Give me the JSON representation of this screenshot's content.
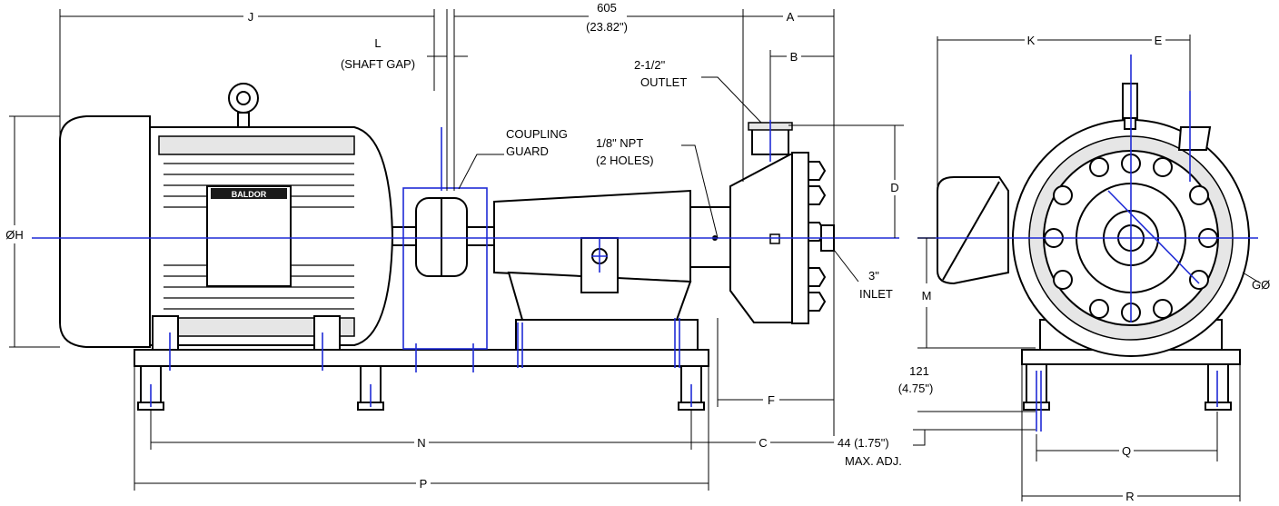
{
  "labels": {
    "J": "J",
    "dim_605": "605",
    "dim_605_in": "(23.82\")",
    "A": "A",
    "B": "B",
    "L": "L",
    "shaft_gap": "(SHAFT GAP)",
    "outlet_size": "2-1/2\"",
    "outlet": "OUTLET",
    "coupling": "COUPLING",
    "guard": "GUARD",
    "npt": "1/8\" NPT",
    "npt_holes": "(2 HOLES)",
    "D": "D",
    "OH": "ØH",
    "brand": "BALDOR",
    "inlet_size": "3\"",
    "inlet": "INLET",
    "M": "M",
    "GO": "GØ",
    "K": "K",
    "E": "E",
    "F": "F",
    "dim_121": "121",
    "dim_121_in": "(4.75\")",
    "N": "N",
    "C": "C",
    "adj": "44 (1.75\")",
    "adj2": "MAX. ADJ.",
    "P": "P",
    "Q": "Q",
    "R": "R"
  },
  "colors": {
    "centerline": "#1f2bd6",
    "outline": "#000000"
  }
}
